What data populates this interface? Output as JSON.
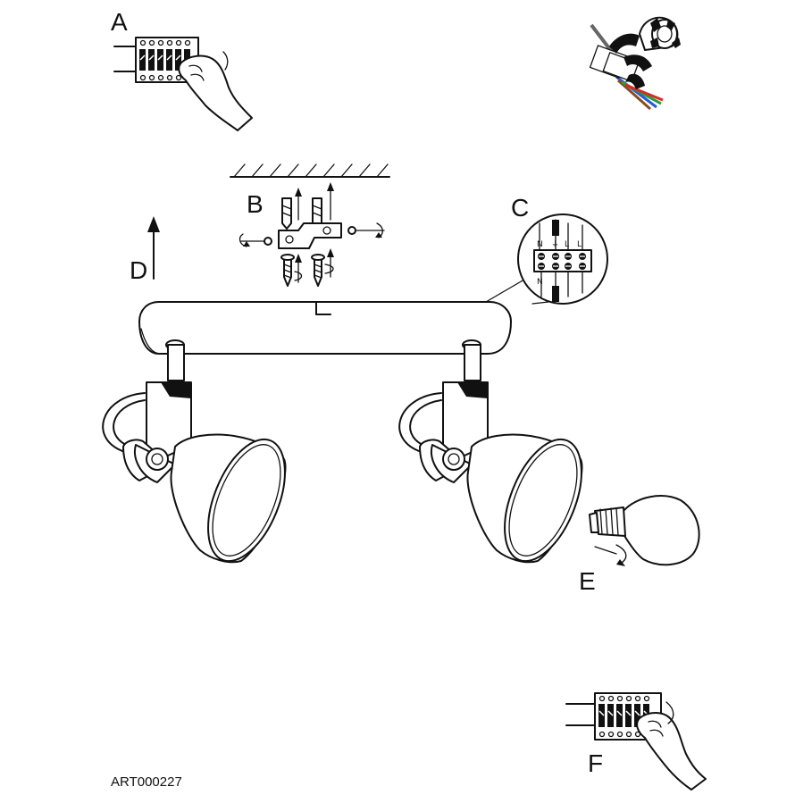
{
  "steps": {
    "a": "A",
    "b": "B",
    "c": "C",
    "d": "D",
    "e": "E",
    "f": "F"
  },
  "terminal_labels": {
    "n1": "N",
    "earth": "⏚",
    "l1": "L",
    "n2": "N",
    "l2": "L"
  },
  "art_code": "ART000227",
  "wire_colors": {
    "blue": "#2a5bd7",
    "brown": "#8a4b1f",
    "green_yellow": "#2e9b3a",
    "red": "#d42a2a"
  },
  "icons": [
    "circuit-breaker-off-icon",
    "wire-tape-icon",
    "ceiling-mount-icon",
    "terminal-block-icon",
    "lift-arrow-icon",
    "light-bulb-icon",
    "circuit-breaker-on-icon"
  ]
}
